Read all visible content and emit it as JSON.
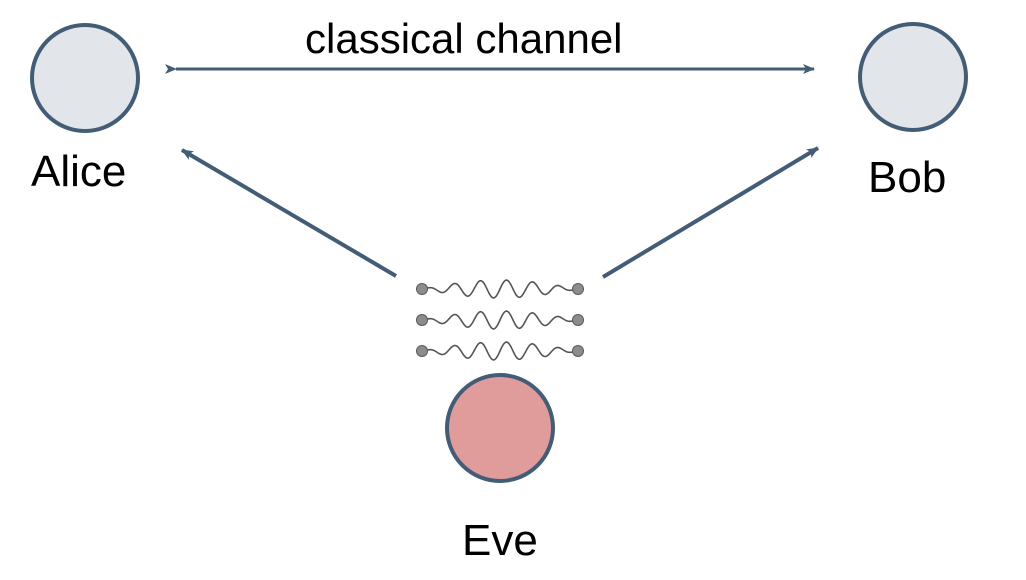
{
  "labels": {
    "channel": "classical channel",
    "alice": "Alice",
    "bob": "Bob",
    "eve": "Eve"
  },
  "colors": {
    "stroke": "#435d76",
    "node_fill": "#e2e5e9",
    "eve_fill": "#e09b9b",
    "photon_wave": "#555555",
    "photon_dot": "#8c8c8c",
    "text": "#000000"
  },
  "photons": {
    "count": 3
  }
}
